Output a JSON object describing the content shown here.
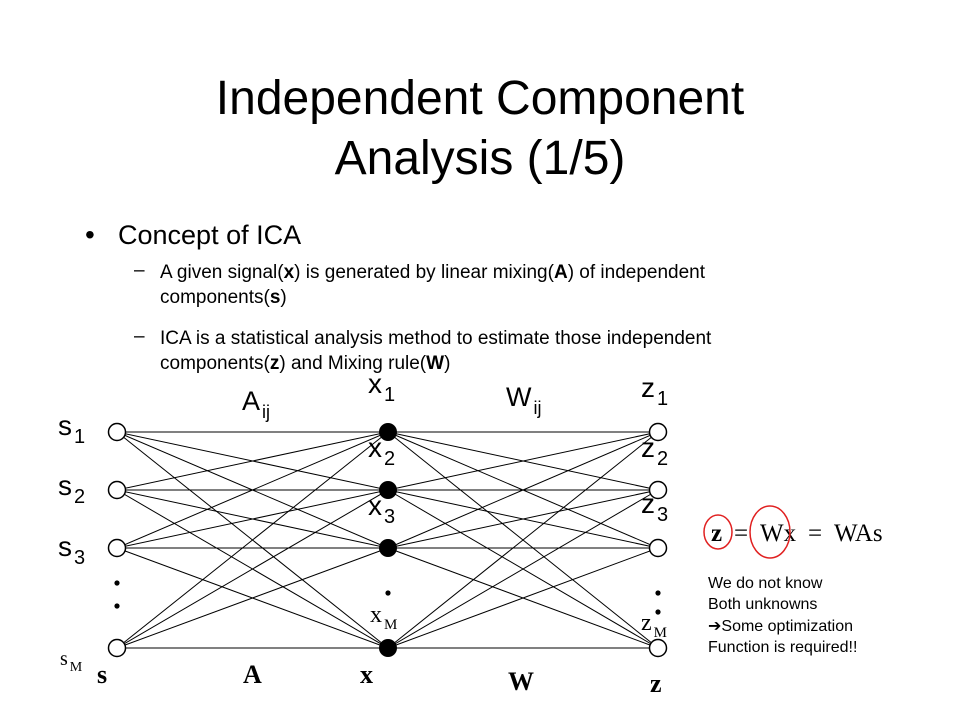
{
  "title": {
    "line1": "Independent Component",
    "line2": "Analysis (1/5)"
  },
  "bullet": {
    "heading": "Concept of ICA",
    "items": [
      {
        "line1": [
          "A given signal(",
          "x",
          ") is generated by linear mixing(",
          "A",
          ") of independent"
        ],
        "line2": [
          "components(",
          "s",
          ")"
        ]
      },
      {
        "line1": [
          "ICA is a statistical analysis method to estimate those independent"
        ],
        "line2": [
          "components(",
          "z",
          ") and Mixing rule(",
          "W",
          ")"
        ]
      }
    ]
  },
  "diagram": {
    "source_labels": [
      {
        "base": "s",
        "sub": "1"
      },
      {
        "base": "s",
        "sub": "2"
      },
      {
        "base": "s",
        "sub": "3"
      },
      {
        "base": "s",
        "sub": "M"
      }
    ],
    "mixed_labels": [
      {
        "base": "x",
        "sub": "1"
      },
      {
        "base": "x",
        "sub": "2"
      },
      {
        "base": "x",
        "sub": "3"
      },
      {
        "base": "x",
        "sub": "M"
      }
    ],
    "output_labels": [
      {
        "base": "z",
        "sub": "1"
      },
      {
        "base": "z",
        "sub": "2"
      },
      {
        "base": "z",
        "sub": "3"
      },
      {
        "base": "z",
        "sub": "M"
      }
    ],
    "mix_weight": {
      "base": "A",
      "sub": "ij"
    },
    "unmix_weight": {
      "base": "W",
      "sub": "ij"
    },
    "bottom_labels": {
      "s": "s",
      "A": "A",
      "x": "x",
      "W": "W",
      "z": "z"
    }
  },
  "equation": {
    "lhs": "z",
    "middle": "Wx",
    "rhs": "WAs",
    "circle_color": "#e02020"
  },
  "note": {
    "lines": [
      "We do not know",
      "Both unknowns",
      "Some optimization",
      "Function is required!!"
    ],
    "arrow_icon": "arrow-right-icon"
  }
}
